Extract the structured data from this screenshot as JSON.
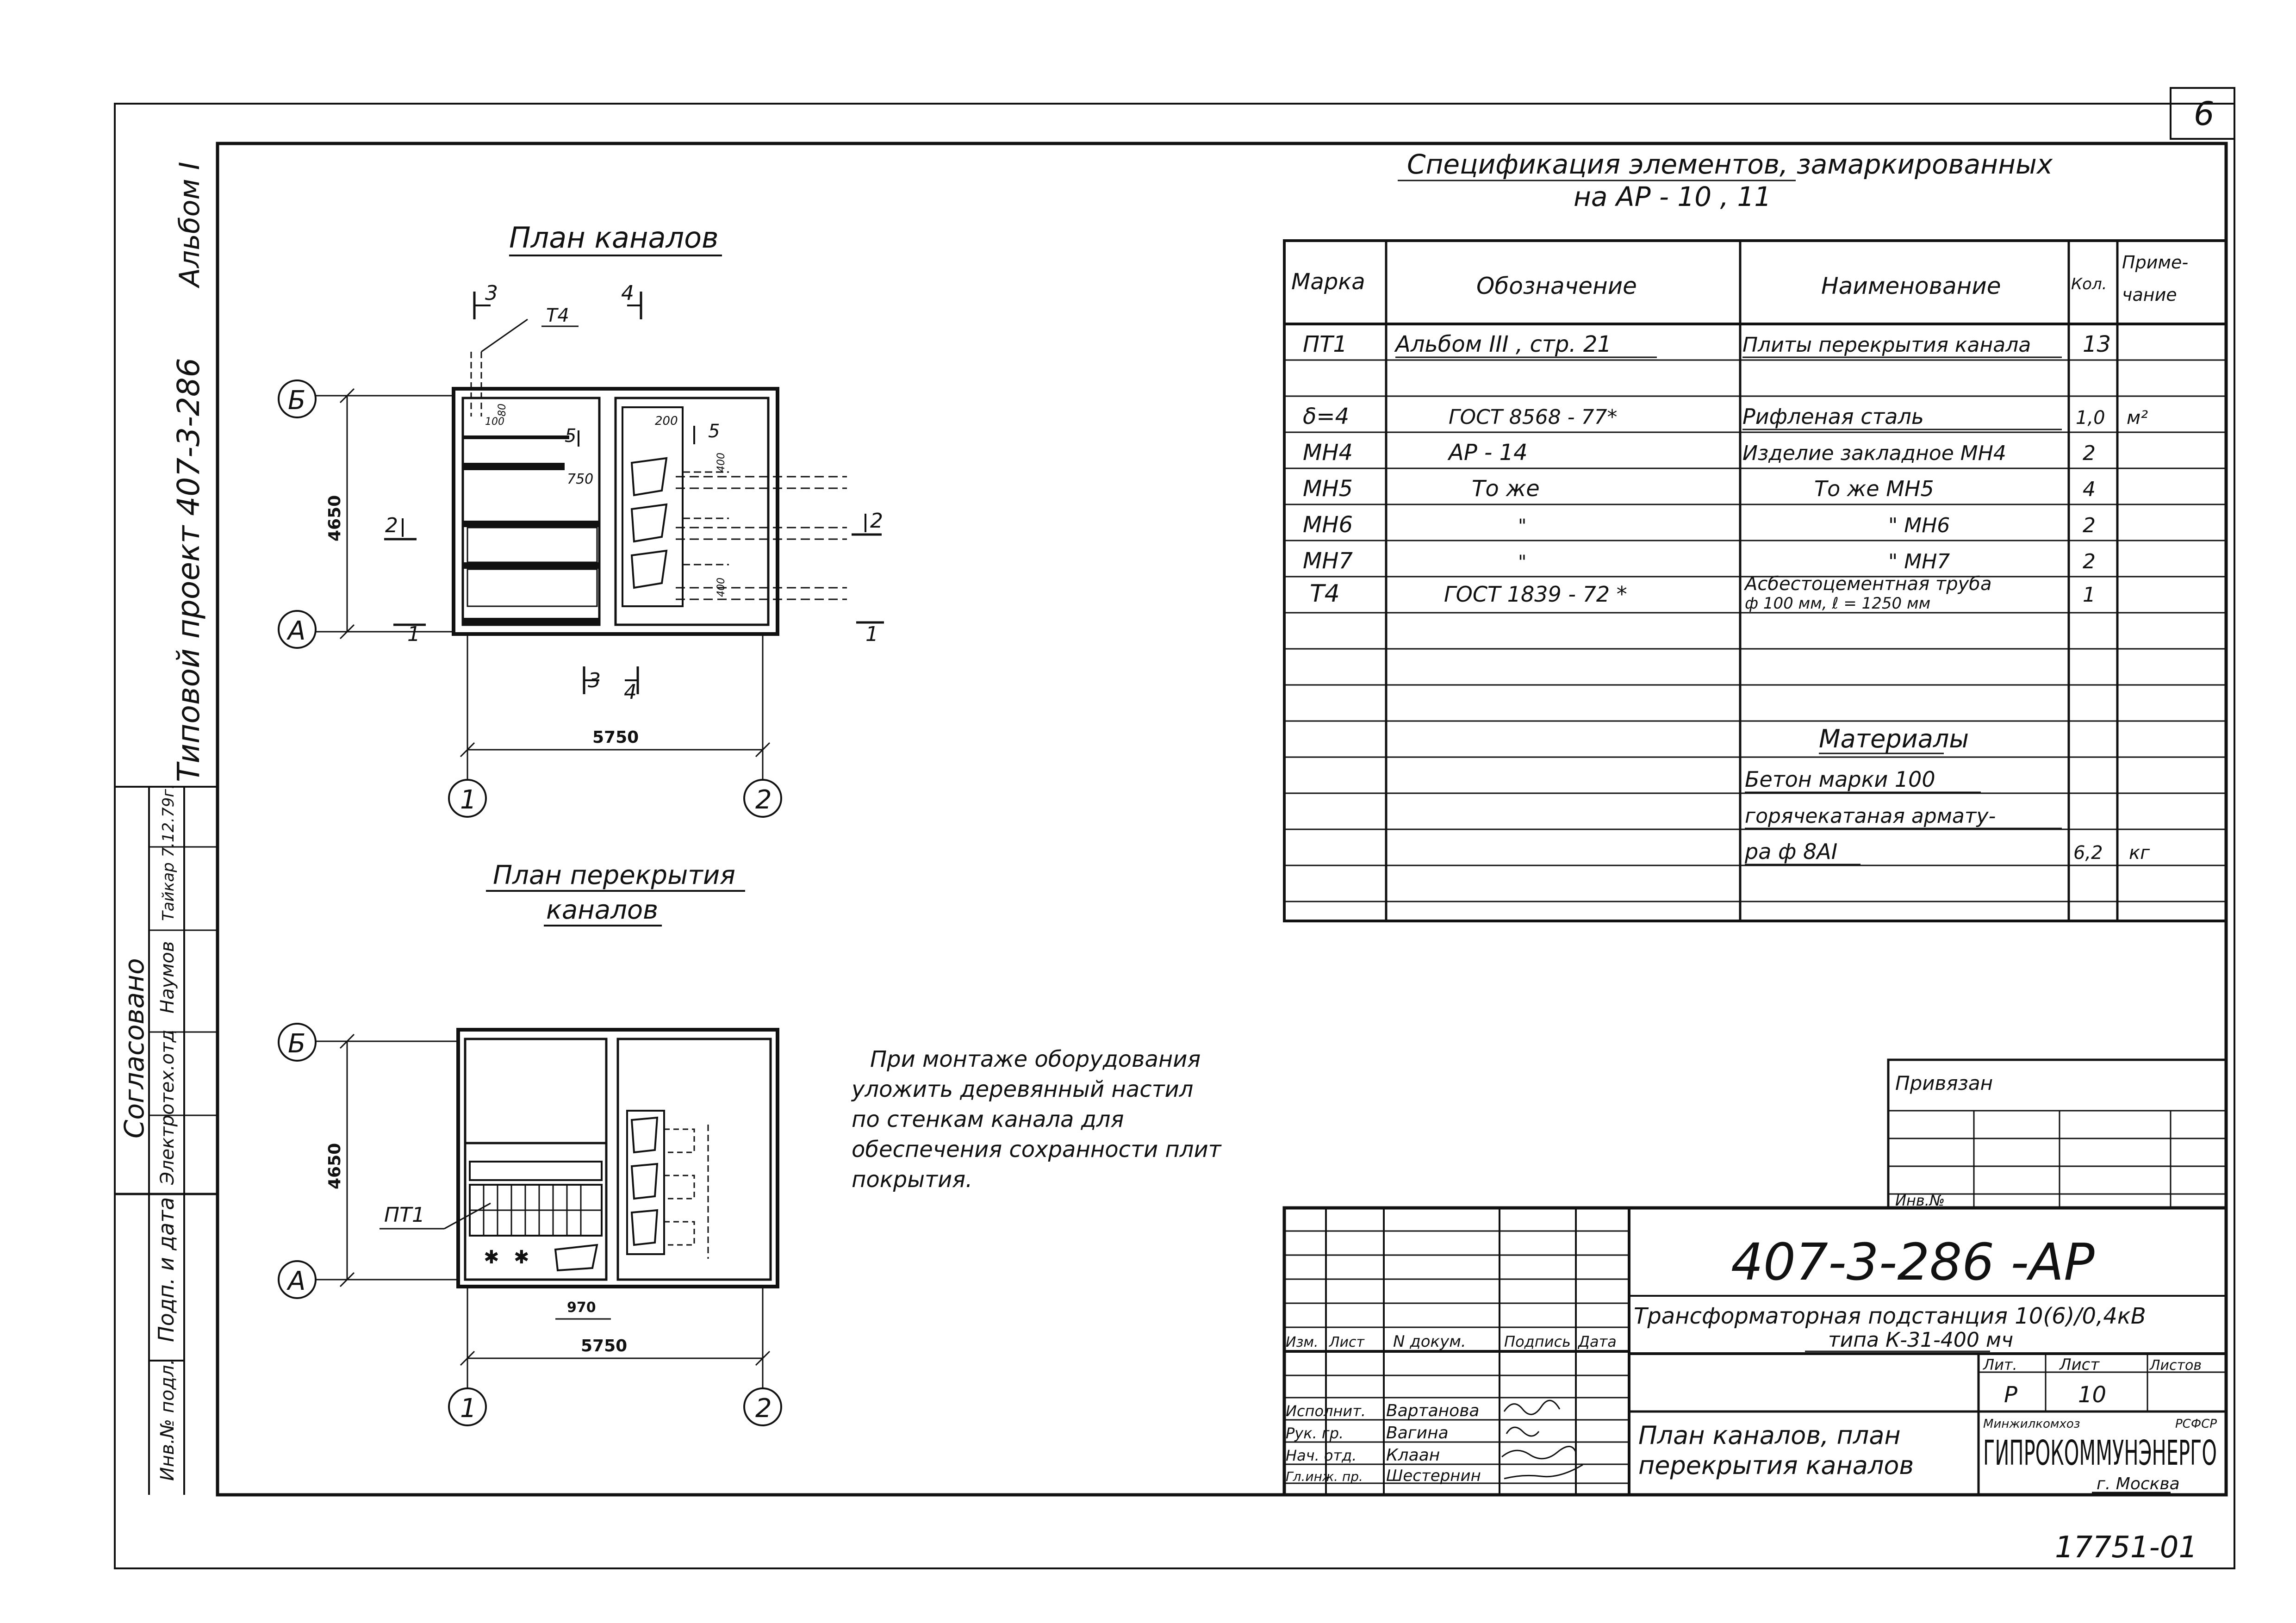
{
  "sheet_corner_mark": "6",
  "side_album": "Альбом I",
  "side_project": "Типовой проект 407-3-286",
  "side_agreed": "Согласовано",
  "side_dept": "Электротех.отд",
  "side_sign1": "Наумов",
  "side_sign2": "Тайкар 7.12.79г.",
  "side_sign_date": "Подп. и дата",
  "side_inv": "Инв.№ подл.",
  "plan1": {
    "title": "План каналов",
    "axis_b": "Б",
    "axis_a": "А",
    "axis_1": "1",
    "axis_2": "2",
    "dim_height": "4650",
    "dim_width": "5750",
    "dim_750": "750",
    "dim_200": "200",
    "dim_100": "100",
    "dim_400a": "400",
    "dim_400b": "400",
    "dim_80": "80",
    "mark_t4": "Т4",
    "sec3_top": "3",
    "sec4_top": "4",
    "sec3_bot": "3",
    "sec4_bot": "4",
    "sec5a": "5",
    "sec5b": "5",
    "sec2_left": "2",
    "sec2_right": "2",
    "sec1_left": "1",
    "sec1_right": "1"
  },
  "plan2": {
    "title_line1": "План перекрытия",
    "title_line2": "каналов",
    "axis_b": "Б",
    "axis_a": "А",
    "axis_1": "1",
    "axis_2": "2",
    "dim_height": "4650",
    "dim_width": "5750",
    "dim_970": "970",
    "mark_pt1": "ПТ1"
  },
  "note": [
    "При монтаже оборудования",
    "уложить деревянный настил",
    "по стенкам канала для",
    "обеспечения сохранности плит",
    "покрытия."
  ],
  "spec": {
    "title_line1": "Спецификация элементов, замаркированных",
    "title_line2": "на АР - 10 , 11",
    "headers": [
      "Марка",
      "Обозначение",
      "Наименование",
      "Кол.",
      "Приме-",
      "чание"
    ],
    "rows": [
      {
        "mark": "ПТ1",
        "desig": "Альбом III , стр. 21",
        "name": "Плиты перекрытия канала",
        "qty": "13",
        "note": ""
      },
      {
        "mark": "",
        "desig": "",
        "name": "",
        "qty": "",
        "note": ""
      },
      {
        "mark": "δ=4",
        "desig": "ГОСТ 8568 - 77*",
        "name": "Рифленая сталь",
        "qty": "1,0",
        "note": "м²"
      },
      {
        "mark": "МН4",
        "desig": "АР - 14",
        "name": "Изделие закладное МН4",
        "qty": "2",
        "note": ""
      },
      {
        "mark": "МН5",
        "desig": "То же",
        "name": "То же МН5",
        "qty": "4",
        "note": ""
      },
      {
        "mark": "МН6",
        "desig": "\"",
        "name": "\" МН6",
        "qty": "2",
        "note": ""
      },
      {
        "mark": "МН7",
        "desig": "\"",
        "name": "\" МН7",
        "qty": "2",
        "note": ""
      },
      {
        "mark": "Т4",
        "desig": "ГОСТ 1839 - 72 *",
        "name": "Асбестоцементная труба",
        "name2": "ф 100 мм, ℓ = 1250 мм",
        "qty": "1",
        "note": ""
      }
    ],
    "materials_title": "Материалы",
    "materials": [
      "Бетон марки 100",
      "горячекатаная армату-",
      "ра ф 8АI"
    ],
    "materials_qty": "6,2",
    "materials_unit": "кг"
  },
  "binding": {
    "label": "Привязан",
    "inv_label": "Инв.№"
  },
  "title_block": {
    "doc_code": "407-3-286 -АР",
    "project_line1": "Трансформаторная подстанция 10(6)/0,4кВ",
    "project_line2": "типа К-31-400 мч",
    "col_headers": [
      "Изм.",
      "Лист",
      "N докум.",
      "Подпись",
      "Дата"
    ],
    "roles": [
      {
        "role": "Исполнит.",
        "name": "Вартанова"
      },
      {
        "role": "Рук. гр.",
        "name": "Вагина"
      },
      {
        "role": "Нач. отд.",
        "name": "Клаан"
      },
      {
        "role": "Гл.инж. пр.",
        "name": "Шестернин"
      }
    ],
    "sheet_title_line1": "План каналов, план",
    "sheet_title_line2": "перекрытия каналов",
    "lit_label": "Лит.",
    "list_label": "Лист",
    "listov_label": "Листов",
    "lit_value": "Р",
    "list_value": "10",
    "org_top_left": "Минжилкомхоз",
    "org_top_right": "РСФСР",
    "org_name": "ГИПРОКОММУНЭНЕРГО",
    "org_city": "г. Москва"
  },
  "bottom_number": "17751-01"
}
